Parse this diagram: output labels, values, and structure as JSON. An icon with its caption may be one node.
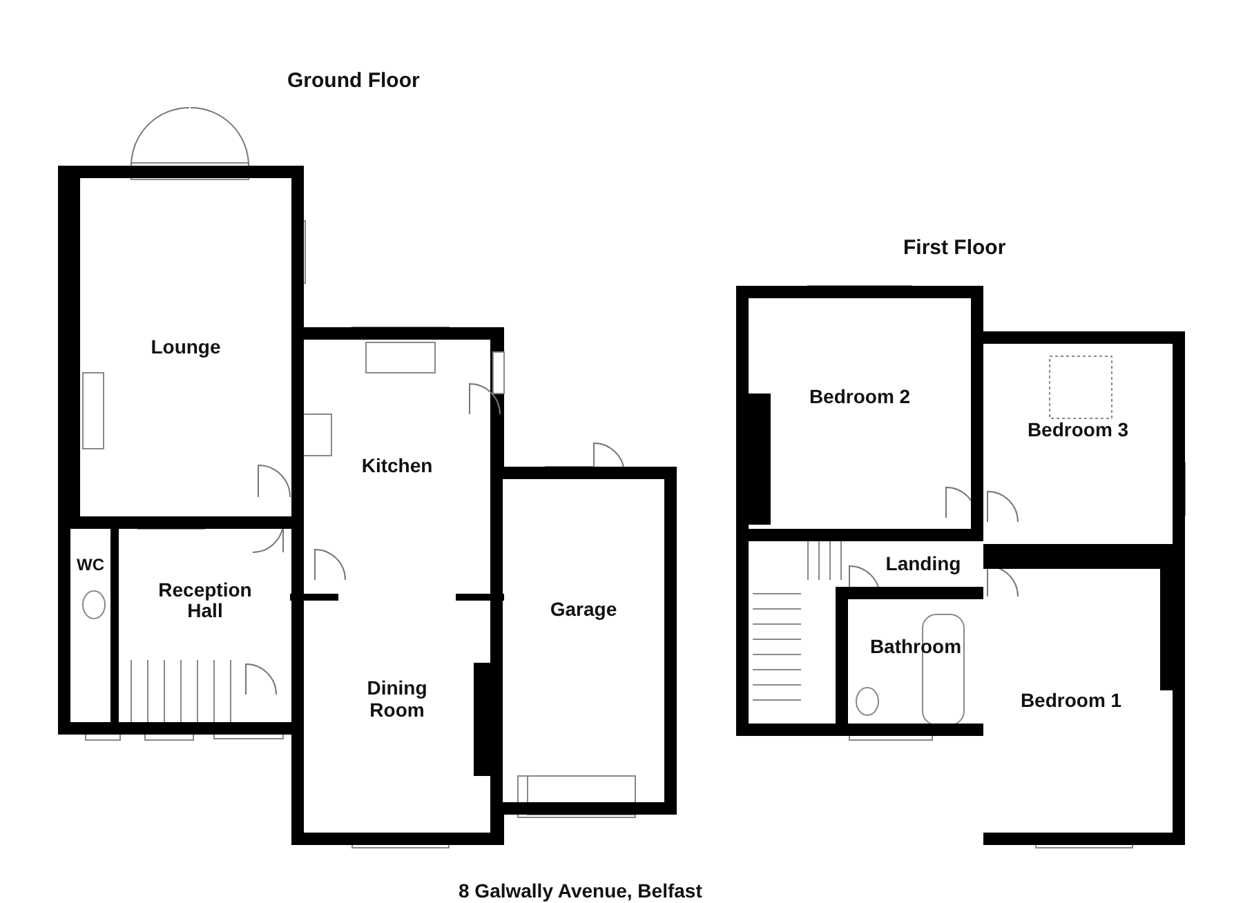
{
  "diagram": {
    "caption": "8 Galwally Avenue, Belfast",
    "nodes": [
      {
        "text": [
          "Lounge"
        ]
      },
      {
        "text": [
          "WC"
        ]
      },
      {
        "text": [
          "Reception Hall"
        ]
      },
      {
        "text": [
          "Kitchen"
        ]
      },
      {
        "text": [
          "Dining Room"
        ]
      },
      {
        "text": [
          "Garage"
        ]
      },
      {
        "text": [
          "Bedroom 2"
        ]
      },
      {
        "text": [
          "Bedroom 3"
        ]
      },
      {
        "text": [
          "Landing"
        ]
      },
      {
        "text": [
          "Bathroom"
        ]
      },
      {
        "text": [
          "Bedroom 1"
        ]
      }
    ],
    "labels": [
      "Ground Floor",
      "First Floor"
    ]
  }
}
